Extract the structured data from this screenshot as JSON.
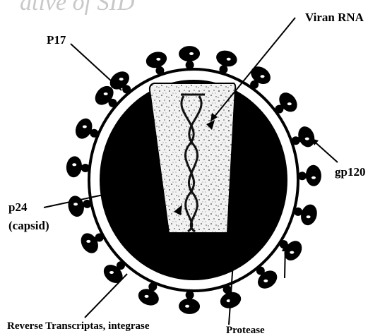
{
  "watermark": "ative of SID",
  "labels": {
    "viral_rna": "Viran RNA",
    "p17": "P17",
    "gp120": "gp120",
    "p24": "p24",
    "capsid": "(capsid)",
    "reverse_transcriptase": "Reverse Transcriptas, integrase",
    "protease": "Protease"
  },
  "colors": {
    "background": "#ffffff",
    "ink": "#000000",
    "watermark": "#c8c8c8"
  }
}
